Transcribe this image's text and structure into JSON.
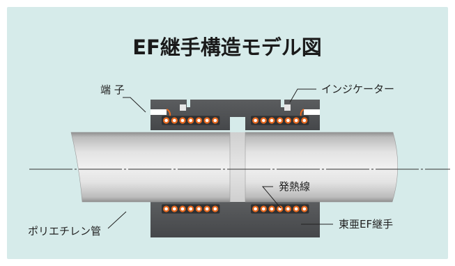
{
  "title": "EF継手構造モデル図",
  "labels": {
    "terminal": "端 子",
    "indicator": "インジケーター",
    "heating_wire": "発熱線",
    "pipe": "ポリエチレン管",
    "fitting": "東亜EF継手"
  },
  "colors": {
    "background": "#d6ebea",
    "fitting": "#515355",
    "pipe_light": "#eeeeee",
    "pipe_dark": "#b9b9b9",
    "wire_orange": "#e8691f"
  },
  "heating_coils_per_group": 7
}
